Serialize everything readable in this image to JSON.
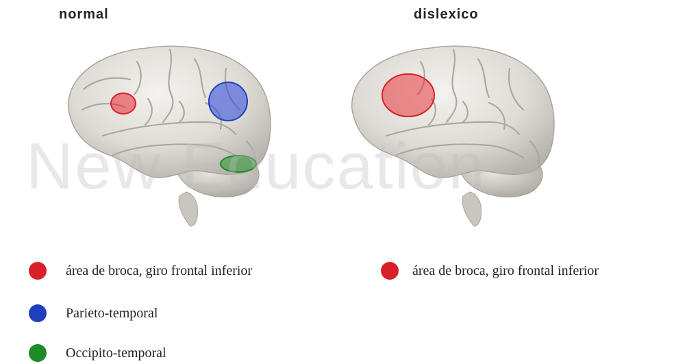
{
  "titles": {
    "normal": "normal",
    "dyslexic": "dislexico"
  },
  "watermark": "New Education",
  "colors": {
    "broca": "#d8202a",
    "parieto": "#1f3fbf",
    "occipito": "#1e8a2a",
    "brain": "#dedbd5"
  },
  "legend": {
    "normal": [
      {
        "label": "área de broca,  giro  frontal inferior",
        "color": "#d8202a"
      },
      {
        "label": "Parieto-temporal",
        "color": "#1f3fbf"
      },
      {
        "label": "Occipito-temporal",
        "color": "#1e8a2a"
      }
    ],
    "dyslexic": [
      {
        "label": "área de broca, giro frontal inferior",
        "color": "#d8202a"
      }
    ]
  }
}
